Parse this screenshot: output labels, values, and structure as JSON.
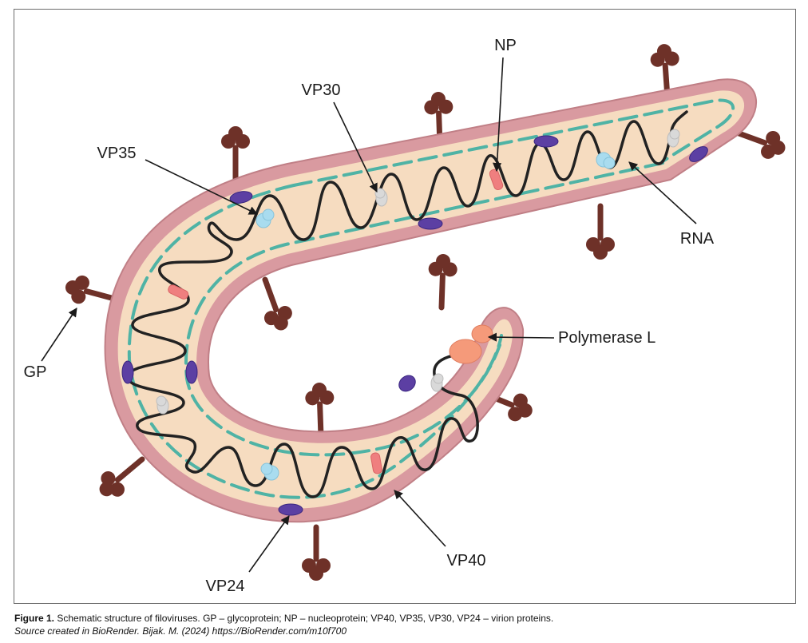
{
  "labels": {
    "np": "NP",
    "vp30": "VP30",
    "vp35": "VP35",
    "rna": "RNA",
    "gp": "GP",
    "polymerase": "Polymerase L",
    "vp40": "VP40",
    "vp24": "VP24"
  },
  "caption": {
    "figure_label": "Figure 1.",
    "text": " Schematic structure of filoviruses. GP – glycoprotein; NP – nucleoprotein; VP40, VP35, VP30, VP24 – virion proteins.",
    "source": "Source created in BioRender. Bijak. M. (2024) https://BioRender.com/m10f700"
  },
  "colors": {
    "membrane": "#d99aa0",
    "membrane_edge": "#c07f86",
    "interior": "#f6dcc0",
    "vp40": "#4fb3a5",
    "gp": "#6e3128",
    "rna": "#222222",
    "vp24": "#5c3fa3",
    "vp35": "#a9dcef",
    "vp30": "#d9d9d9",
    "np": "#ef7f7f",
    "polymerase": "#f59a7a"
  }
}
